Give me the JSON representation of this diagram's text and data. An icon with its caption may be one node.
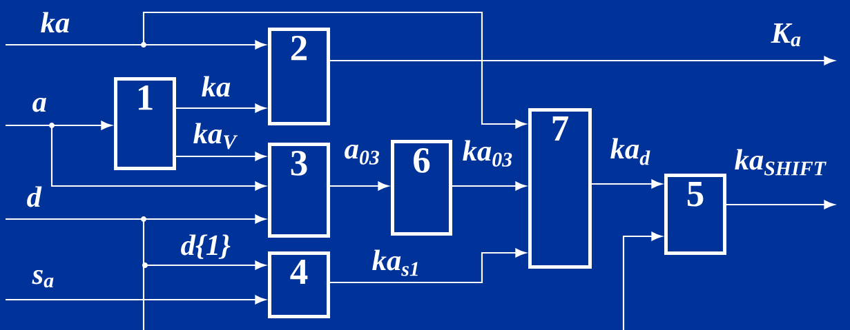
{
  "diagram": {
    "nodes": [
      {
        "text": [
          "1"
        ]
      },
      {
        "text": [
          "2"
        ]
      },
      {
        "text": [
          "3"
        ]
      },
      {
        "text": [
          "4"
        ]
      },
      {
        "text": [
          "6"
        ]
      },
      {
        "text": [
          "7"
        ]
      },
      {
        "text": [
          "5"
        ]
      }
    ],
    "edges": [
      {
        "from": null,
        "to": 1,
        "arrow": "to",
        "label": "ka"
      },
      {
        "from": null,
        "to": 5,
        "arrow": "to"
      },
      {
        "from": null,
        "to": 0,
        "arrow": "to",
        "label": "a"
      },
      {
        "from": null,
        "to": 2,
        "arrow": "to"
      },
      {
        "from": 0,
        "to": 1,
        "arrow": "to",
        "label": "ka"
      },
      {
        "from": 0,
        "to": 2,
        "arrow": "to",
        "label": "ka$_{V}$"
      },
      {
        "from": null,
        "to": 2,
        "arrow": "to",
        "label": "d"
      },
      {
        "from": null,
        "to": 3,
        "arrow": "to",
        "label": "d{1}"
      },
      {
        "from": null,
        "to": 3,
        "arrow": "to",
        "label": "s$_{a}$"
      },
      {
        "from": 1,
        "to": null,
        "arrow": "to",
        "label": "K$_{a}$"
      },
      {
        "from": 2,
        "to": 4,
        "arrow": "to",
        "label": "a$_{03}$"
      },
      {
        "from": 4,
        "to": 5,
        "arrow": "to",
        "label": "ka$_{03}$"
      },
      {
        "from": 3,
        "to": 5,
        "arrow": "to",
        "label": "ka$_{s1}$"
      },
      {
        "from": 5,
        "to": 6,
        "arrow": "to",
        "label": "ka$_{d}$"
      },
      {
        "from": null,
        "to": 6,
        "arrow": "to"
      },
      {
        "from": 6,
        "to": null,
        "arrow": "to",
        "label": "ka$_{SHIFT}$"
      }
    ]
  }
}
